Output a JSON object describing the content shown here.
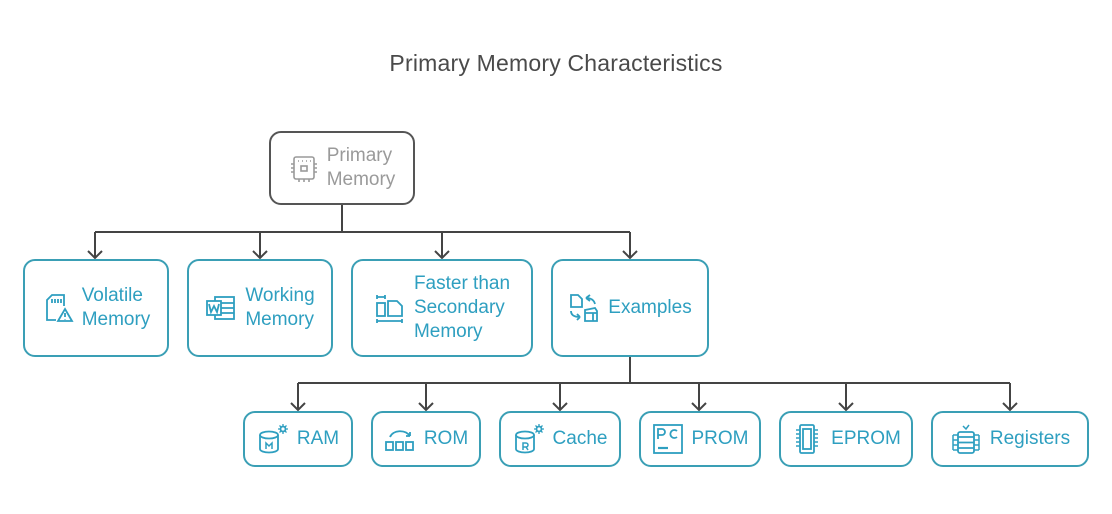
{
  "title": "Primary Memory Characteristics",
  "colors": {
    "root_border": "#555555",
    "root_text": "#9a9a9a",
    "accent": "#2e9fc0",
    "accent_border": "#3a9fb5",
    "connector": "#444444"
  },
  "root": {
    "label": "Primary\nMemory",
    "icon": "circuit-board-icon"
  },
  "level1": [
    {
      "label": "Volatile\nMemory",
      "icon": "sd-card-warning-icon"
    },
    {
      "label": "Working\nMemory",
      "icon": "word-document-icon"
    },
    {
      "label": "Faster than\nSecondary\nMemory",
      "icon": "width-compare-icon"
    },
    {
      "label": "Examples",
      "icon": "shapes-swap-icon"
    }
  ],
  "examples": [
    {
      "label": "RAM",
      "icon": "database-m-gear-icon"
    },
    {
      "label": "ROM",
      "icon": "boxes-arrow-icon"
    },
    {
      "label": "Cache",
      "icon": "database-r-gear-icon"
    },
    {
      "label": "PROM",
      "icon": "pc-box-icon"
    },
    {
      "label": "EPROM",
      "icon": "chip-icon"
    },
    {
      "label": "Registers",
      "icon": "register-stack-icon"
    }
  ]
}
